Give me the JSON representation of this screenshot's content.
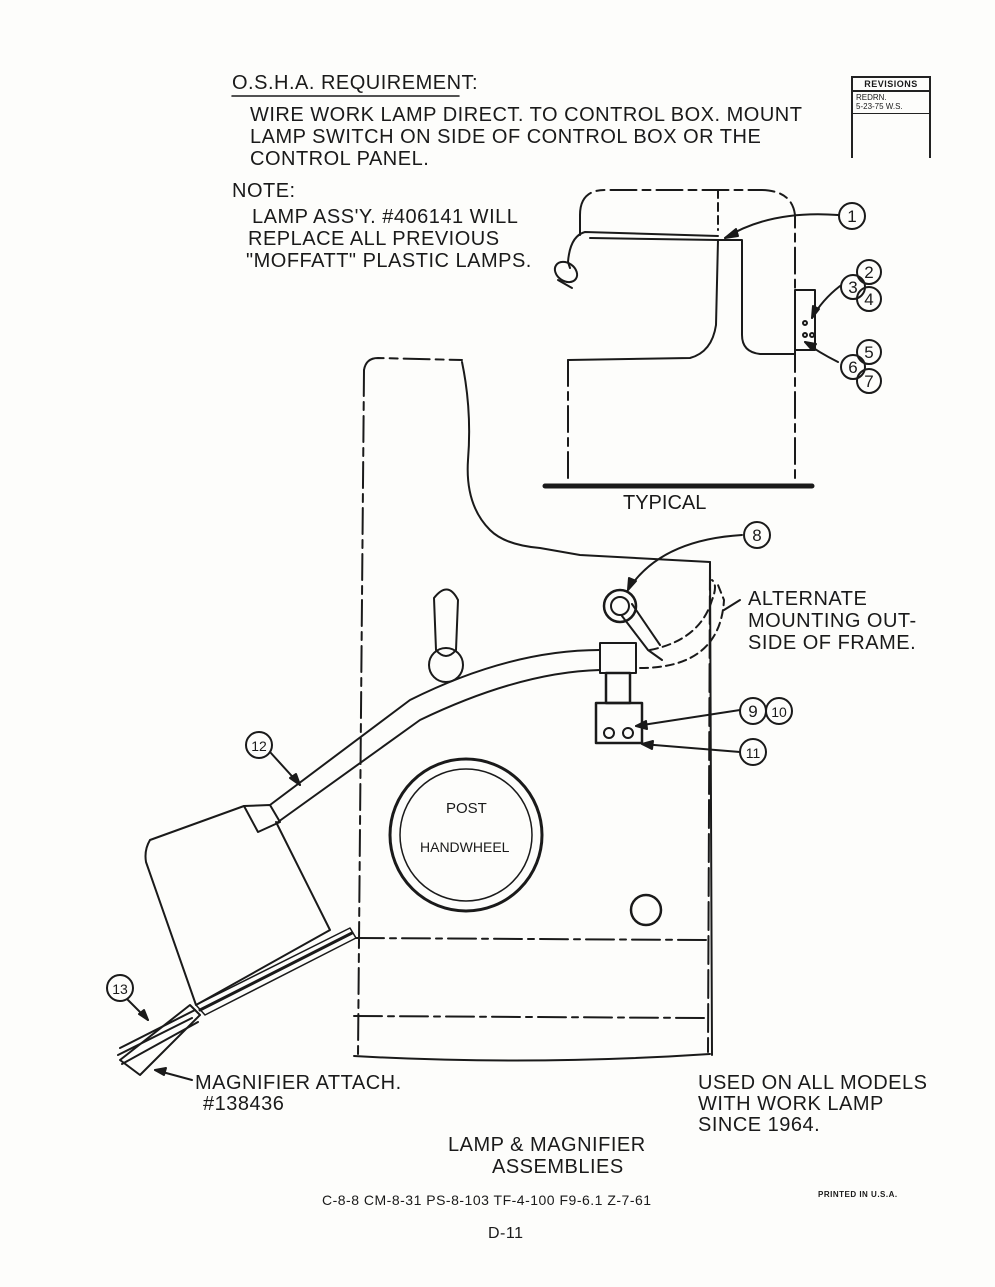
{
  "osha": {
    "heading": "O.S.H.A. REQUIREMENT:",
    "line1": "WIRE WORK LAMP DIRECT. TO CONTROL BOX. MOUNT",
    "line2": "LAMP SWITCH ON SIDE OF CONTROL BOX OR THE",
    "line3": "CONTROL PANEL."
  },
  "note": {
    "heading": "NOTE:",
    "line1": "LAMP ASS'Y. #406141 WILL",
    "line2": "REPLACE ALL PREVIOUS",
    "line3": "\"MOFFATT\" PLASTIC LAMPS."
  },
  "revisions": {
    "heading": "REVISIONS",
    "line1": "REDRN.",
    "line2": "5-23-75 W.S."
  },
  "diagram": {
    "typical_label": "TYPICAL",
    "alternate_line1": "ALTERNATE",
    "alternate_line2": "MOUNTING OUT-",
    "alternate_line3": "SIDE OF FRAME.",
    "post_label": "POST",
    "handwheel_label": "HANDWHEEL",
    "callouts": [
      "1",
      "2",
      "3",
      "4",
      "5",
      "6",
      "7",
      "8",
      "9",
      "10",
      "11",
      "12",
      "13"
    ]
  },
  "magnifier": {
    "line1": "MAGNIFIER ATTACH.",
    "line2": "#138436"
  },
  "usage": {
    "line1": "USED ON ALL MODELS",
    "line2": "WITH WORK LAMP",
    "line3": "SINCE 1964."
  },
  "title": {
    "line1": "LAMP & MAGNIFIER",
    "line2": "ASSEMBLIES"
  },
  "footer": {
    "codes": "C-8-8  CM-8-31  PS-8-103  TF-4-100  F9-6.1  Z-7-61",
    "printed": "PRINTED IN U.S.A.",
    "page": "D-11"
  }
}
